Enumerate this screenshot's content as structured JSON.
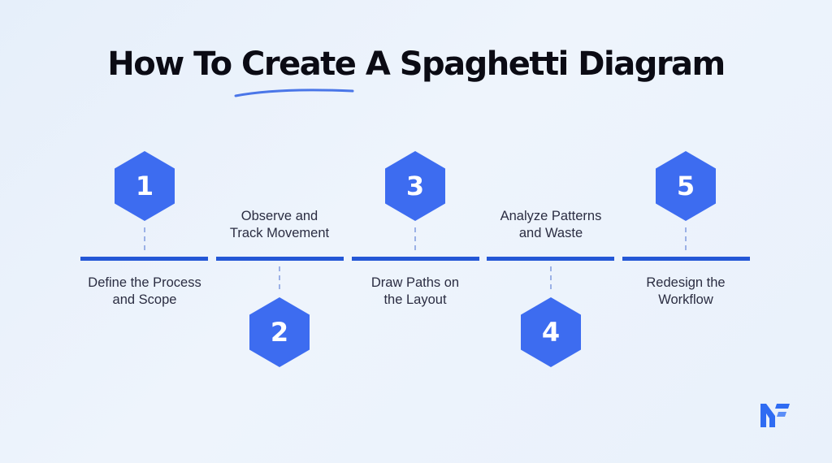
{
  "title": "How To Create A Spaghetti Diagram",
  "colors": {
    "hex_fill": "#3d6cf0",
    "line": "#2457d6",
    "dashed_connector": "#9bb1e6",
    "title_underline": "#4a76e8",
    "logo": "#2f6cf2"
  },
  "steps": [
    {
      "number": "1",
      "label_line1": "Define the Process",
      "label_line2": "and Scope"
    },
    {
      "number": "2",
      "label_line1": "Observe and",
      "label_line2": "Track Movement"
    },
    {
      "number": "3",
      "label_line1": "Draw Paths on",
      "label_line2": "the Layout"
    },
    {
      "number": "4",
      "label_line1": "Analyze Patterns",
      "label_line2": "and Waste"
    },
    {
      "number": "5",
      "label_line1": "Redesign the",
      "label_line2": "Workflow"
    }
  ],
  "logo_icon": "nf-logo-icon"
}
